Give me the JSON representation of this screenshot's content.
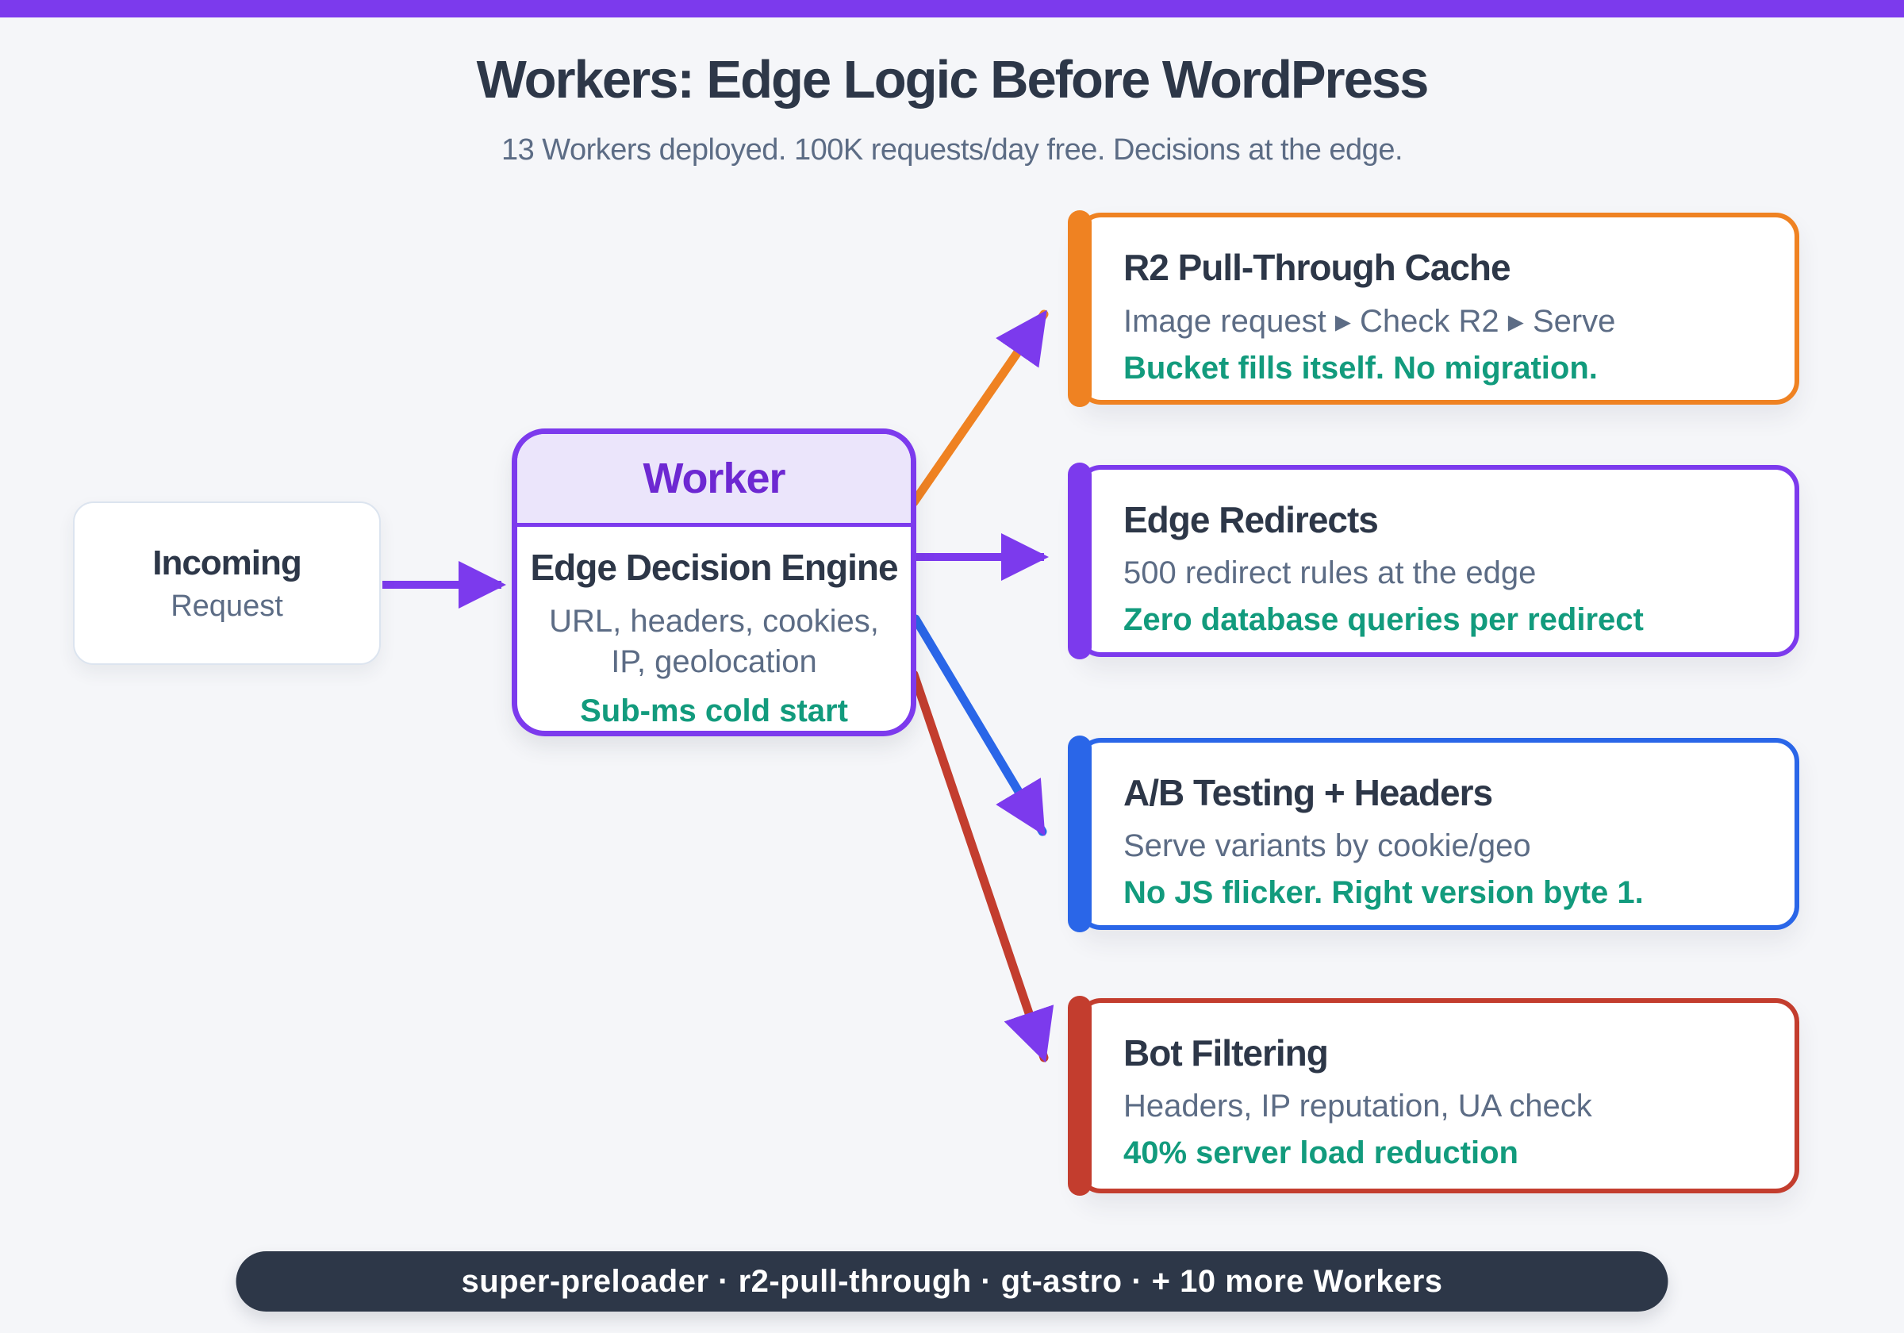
{
  "header": {
    "title": "Workers: Edge Logic Before WordPress",
    "subtitle": "13 Workers deployed. 100K requests/day free. Decisions at the edge."
  },
  "incoming": {
    "title": "Incoming",
    "subtitle": "Request"
  },
  "worker": {
    "label": "Worker",
    "engine": "Edge Decision Engine",
    "inputs_line1": "URL, headers, cookies,",
    "inputs_line2": "IP, geolocation",
    "benefit": "Sub-ms cold start"
  },
  "branches": [
    {
      "title": "R2 Pull-Through Cache",
      "detail": "Image request ▸ Check R2 ▸ Serve",
      "benefit": "Bucket fills itself. No migration.",
      "color": "#ef8222"
    },
    {
      "title": "Edge Redirects",
      "detail": "500 redirect rules at the edge",
      "benefit": "Zero database queries per redirect",
      "color": "#7c3aed"
    },
    {
      "title": "A/B Testing + Headers",
      "detail": "Serve variants by cookie/geo",
      "benefit": "No JS flicker. Right version byte 1.",
      "color": "#2a66e8"
    },
    {
      "title": "Bot Filtering",
      "detail": "Headers, IP reputation, UA check",
      "benefit": "40% server load reduction",
      "color": "#c33d2e"
    }
  ],
  "footer": {
    "text": "super-preloader · r2-pull-through · gt-astro · + 10 more Workers"
  },
  "colors": {
    "topbar": "#7c3aed",
    "arrow": "#7c3aed",
    "heading_text": "#2d3748",
    "muted_text": "#5c6c85",
    "benefit_text": "#129b7d",
    "worker_header_bg": "#ebe5fb",
    "worker_label_text": "#6d28d2",
    "page_bg": "#f5f6f9",
    "card_bg": "#ffffff",
    "footer_bg": "#2d3748",
    "incoming_border": "#dce4ef"
  }
}
